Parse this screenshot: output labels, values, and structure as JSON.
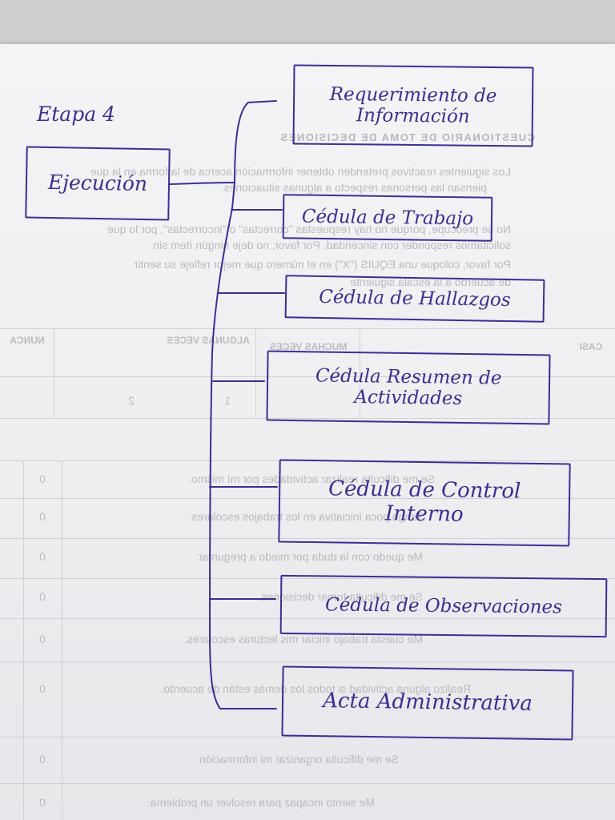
{
  "diagram": {
    "stage_label": "Etapa 4",
    "root": "Ejecución",
    "children": [
      {
        "line1": "Requerimiento de",
        "line2": "Información"
      },
      {
        "line1": "Cédula de Trabajo",
        "line2": ""
      },
      {
        "line1": "Cédula de Hallazgos",
        "line2": ""
      },
      {
        "line1": "Cédula Resumen de",
        "line2": "Actividades"
      },
      {
        "line1": "Cédula de Control",
        "line2": "Interno"
      },
      {
        "line1": "Cédula de Observaciones",
        "line2": ""
      },
      {
        "line1": "Acta Administrativa",
        "line2": ""
      }
    ],
    "ink_color": "#3b2f93"
  },
  "background_sheet": {
    "title": "CUESTIONARIO DE TOMA DE DECISIONES",
    "paragraphs": [
      "Los siguientes reactivos pretenden obtener información acerca de la forma en la que",
      "piensan las personas respecto a algunas situaciones.",
      "No se preocupe, porque no hay respuestas \"correctas\" o \"incorrectas\", por lo que",
      "solicitamos responder con sinceridad. Por favor, no deje ningún ítem sin",
      "Por favor, coloque una EQUIS (\"X\") en el número que mejor refleje su sentir",
      "de acuerdo a la escala siguiente"
    ],
    "scale_headers": [
      "NUNCA",
      "ALGUNAS VECES",
      "MUCHAS VECES",
      "CASI"
    ],
    "scale_values": [
      "",
      "1",
      "2",
      ""
    ],
    "items": [
      {
        "text": "Se me dificulta realizar actividades por mí mismo.",
        "value": "0"
      },
      {
        "text": "Tengo poca iniciativa en los trabajos escolares.",
        "value": "0"
      },
      {
        "text": "Me quedo con la duda por miedo a preguntar.",
        "value": "0"
      },
      {
        "text": "Se me dificulta tomar decisiones.",
        "value": "0"
      },
      {
        "text": "Me cuesta trabajo iniciar mis lecturas escolares.",
        "value": "0"
      },
      {
        "text": "Realizo alguna actividad si todos los demás están de acuerdo.",
        "value": "0"
      },
      {
        "text": "Se me dificulta organizar mi información.",
        "value": "0"
      },
      {
        "text": "Me siento incapaz para resolver un problema.",
        "value": "0"
      }
    ]
  }
}
